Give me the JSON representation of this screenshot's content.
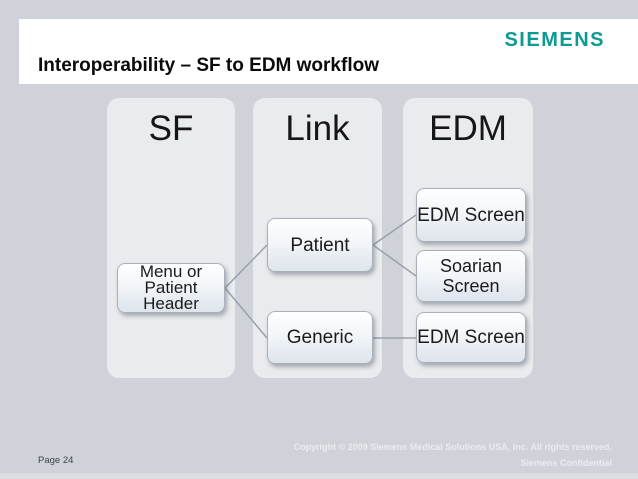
{
  "header": {
    "title": "Interoperability – SF to EDM workflow",
    "brand": "SIEMENS",
    "brand_color": "#0e9a94"
  },
  "diagram": {
    "columns": [
      {
        "label": "SF"
      },
      {
        "label": "Link"
      },
      {
        "label": "EDM"
      }
    ],
    "nodes": [
      {
        "label": "Menu or\nPatient\nHeader",
        "column": "SF"
      },
      {
        "label": "Patient",
        "column": "Link"
      },
      {
        "label": "Generic",
        "column": "Link"
      },
      {
        "label": "EDM Screen",
        "column": "EDM"
      },
      {
        "label": "Soarian\nScreen",
        "column": "EDM"
      },
      {
        "label": "EDM Screen",
        "column": "EDM"
      }
    ],
    "connections": [
      {
        "from": "Menu or Patient Header",
        "to": "Patient"
      },
      {
        "from": "Menu or Patient Header",
        "to": "Generic"
      },
      {
        "from": "Patient",
        "to": "EDM Screen (top)"
      },
      {
        "from": "Patient",
        "to": "Soarian Screen"
      },
      {
        "from": "Generic",
        "to": "EDM Screen (bottom)"
      }
    ]
  },
  "footer": {
    "copyright": "Copyright © 2009 Siemens Medical Solutions USA, Inc. All rights reserved.",
    "confidential": "Siemens Confidential",
    "page": "Page 24"
  }
}
